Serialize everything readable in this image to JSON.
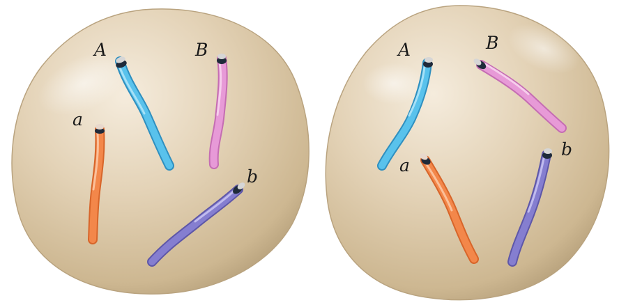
{
  "colors": {
    "cell_light": "#f1e5d2",
    "cell_mid": "#d9c6a6",
    "cell_dark": "#a58f6c",
    "chrom_A": "#49b6e3",
    "chrom_a": "#f07d3a",
    "chrom_B": "#e08fcf",
    "chrom_b": "#7f78c9",
    "centromere": "#1f2a3a"
  },
  "cells": [
    {
      "labels": {
        "A": "A",
        "B": "B",
        "a": "a",
        "b": "b"
      }
    },
    {
      "labels": {
        "A": "A",
        "B": "B",
        "a": "a",
        "b": "b"
      }
    }
  ]
}
